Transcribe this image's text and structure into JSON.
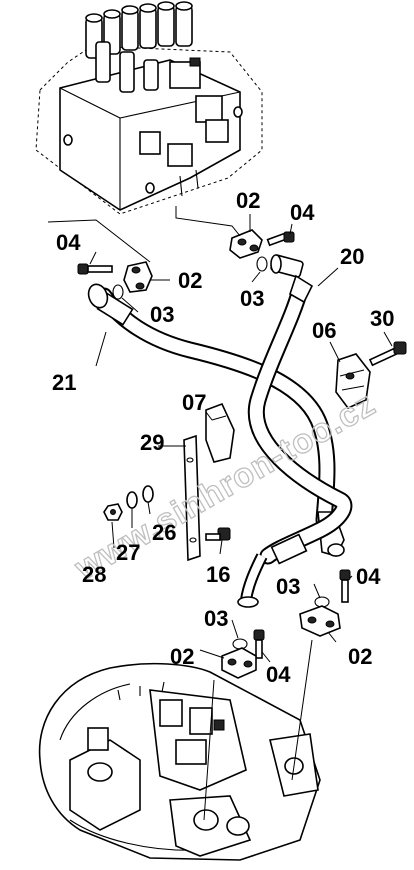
{
  "diagram": {
    "watermark": "www.sinhron-too.cz",
    "callouts": [
      {
        "id": "c-02-top",
        "text": "02"
      },
      {
        "id": "c-04-top",
        "text": "04"
      },
      {
        "id": "c-04-left",
        "text": "04"
      },
      {
        "id": "c-02-left",
        "text": "02"
      },
      {
        "id": "c-20",
        "text": "20"
      },
      {
        "id": "c-03-left",
        "text": "03"
      },
      {
        "id": "c-03-mid",
        "text": "03"
      },
      {
        "id": "c-06",
        "text": "06"
      },
      {
        "id": "c-30",
        "text": "30"
      },
      {
        "id": "c-21",
        "text": "21"
      },
      {
        "id": "c-07",
        "text": "07"
      },
      {
        "id": "c-29",
        "text": "29"
      },
      {
        "id": "c-26",
        "text": "26"
      },
      {
        "id": "c-27",
        "text": "27"
      },
      {
        "id": "c-28",
        "text": "28"
      },
      {
        "id": "c-16",
        "text": "16"
      },
      {
        "id": "c-03-right",
        "text": "03"
      },
      {
        "id": "c-04-right",
        "text": "04"
      },
      {
        "id": "c-03-low",
        "text": "03"
      },
      {
        "id": "c-02-low",
        "text": "02"
      },
      {
        "id": "c-04-low",
        "text": "04"
      },
      {
        "id": "c-02-right",
        "text": "02"
      }
    ]
  }
}
